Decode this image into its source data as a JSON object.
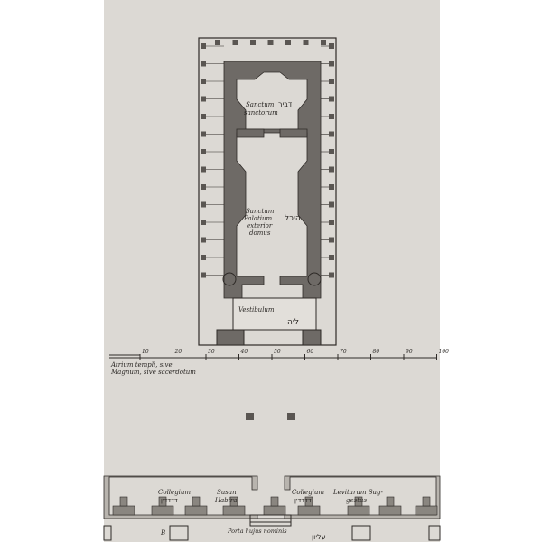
{
  "plan": {
    "sanctum_sanctorum": {
      "latin_line1": "Sanctum",
      "latin_line2": "sanctorum",
      "hebrew": "דביר"
    },
    "sanctum_palatium": {
      "latin_line1": "Sanctum",
      "latin_line2": "Palatium",
      "latin_line3": "exterior",
      "latin_line4": "domus",
      "hebrew": "היכל"
    },
    "vestibulum": {
      "latin": "Vestibulum",
      "hebrew": "ליה"
    }
  },
  "scale": {
    "ticks": [
      "10",
      "20",
      "30",
      "40",
      "50",
      "60",
      "70",
      "80",
      "90",
      "100"
    ],
    "caption_line1": "Atrium templi, sive",
    "caption_line2": "Magnum, sive sacerdotum"
  },
  "lower_court": {
    "collegium_left": {
      "latin": "Collegium",
      "hebrew": "דדדדין"
    },
    "susan": {
      "line1": "Susan",
      "line2": "Habira"
    },
    "collegium_right": {
      "latin": "Collegium",
      "hebrew": "דדדדין"
    },
    "leviturum": {
      "line1": "Levitarum Sug-",
      "line2": "gestus"
    },
    "gate": "Porta hujus nominis",
    "gate_hebrew": "עליון",
    "letter_b": "B"
  },
  "colors": {
    "paper": "#dcd9d4",
    "ink": "#2e2a27",
    "wall": "#6e6a66"
  }
}
